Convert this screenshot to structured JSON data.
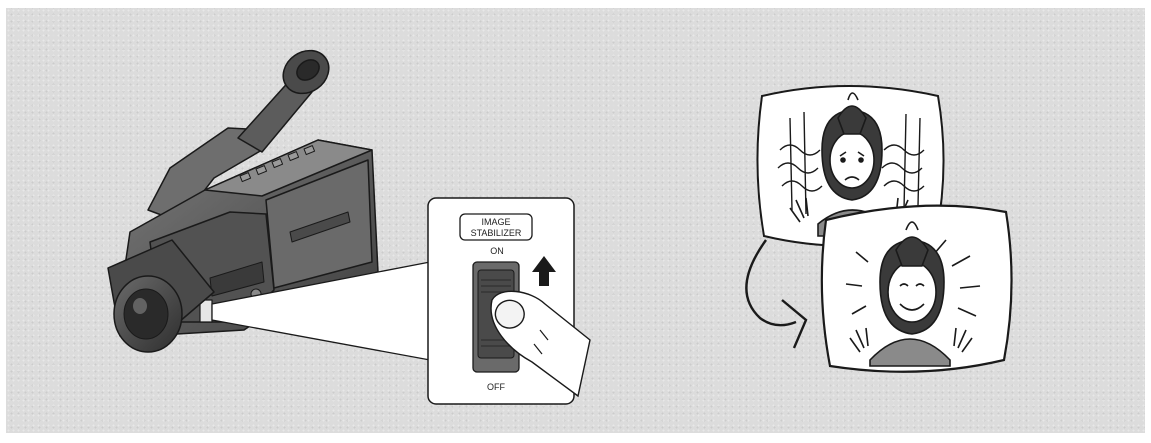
{
  "switch_callout": {
    "badge_line1": "IMAGE",
    "badge_line2": "STABILIZER",
    "on_label": "ON",
    "off_label": "OFF"
  },
  "colors": {
    "background": "#dcdcdc",
    "line": "#1a1a1a",
    "camera_body": "#5a5a5a",
    "callout_bg": "#ffffff"
  }
}
